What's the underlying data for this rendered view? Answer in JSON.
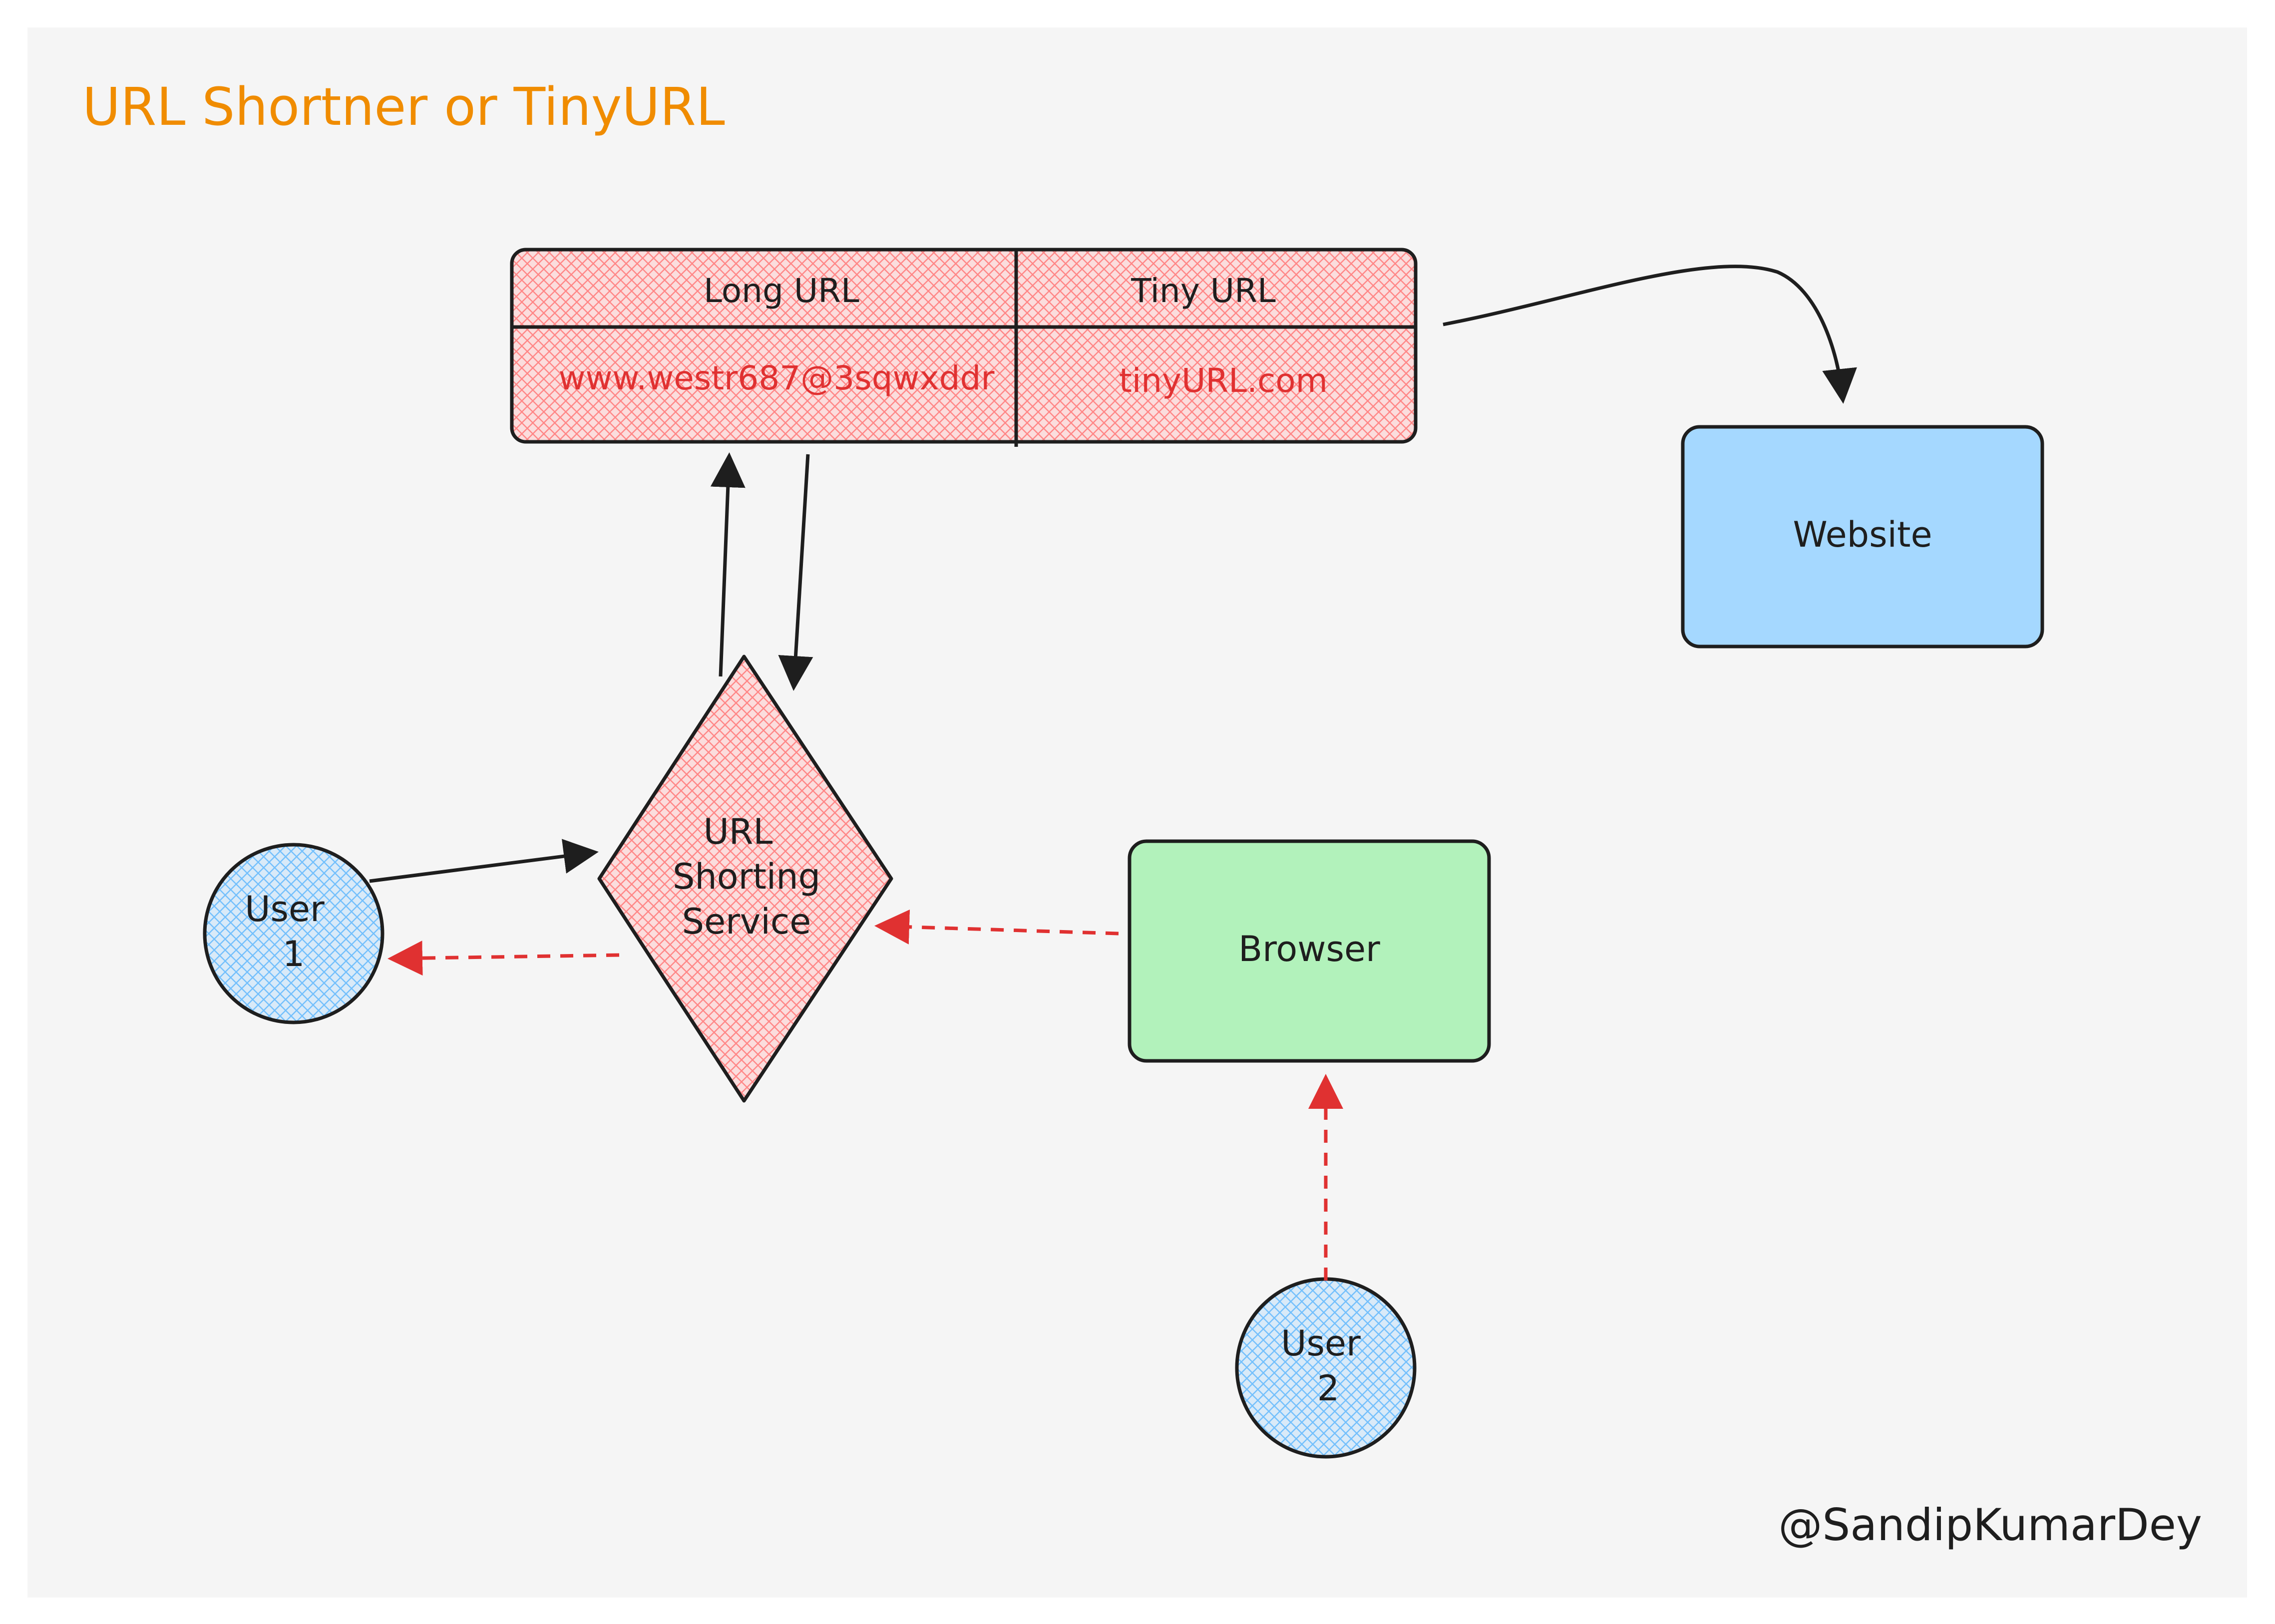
{
  "title": "URL Shortner or TinyURL",
  "table": {
    "headers": [
      "Long URL",
      "Tiny URL"
    ],
    "row": [
      "www.westr687@3sqwxddr",
      "tinyURL.com"
    ]
  },
  "nodes": {
    "website": "Website",
    "browser": "Browser",
    "service": [
      "URL",
      "Shorting",
      "Service"
    ],
    "user1": [
      "User",
      "1"
    ],
    "user2": [
      "User",
      "2"
    ]
  },
  "credit": "@SandipKumarDey",
  "colors": {
    "background": "#f5f5f5",
    "title": "#f08c00",
    "table_fill": "#ffc9c9",
    "url_text": "#e03131",
    "website_fill": "#a5d8ff",
    "browser_fill": "#b2f2bb",
    "user_fill": "#a5d8ff",
    "stroke": "#1e1e1e",
    "dashed_arrow": "#e03131"
  }
}
